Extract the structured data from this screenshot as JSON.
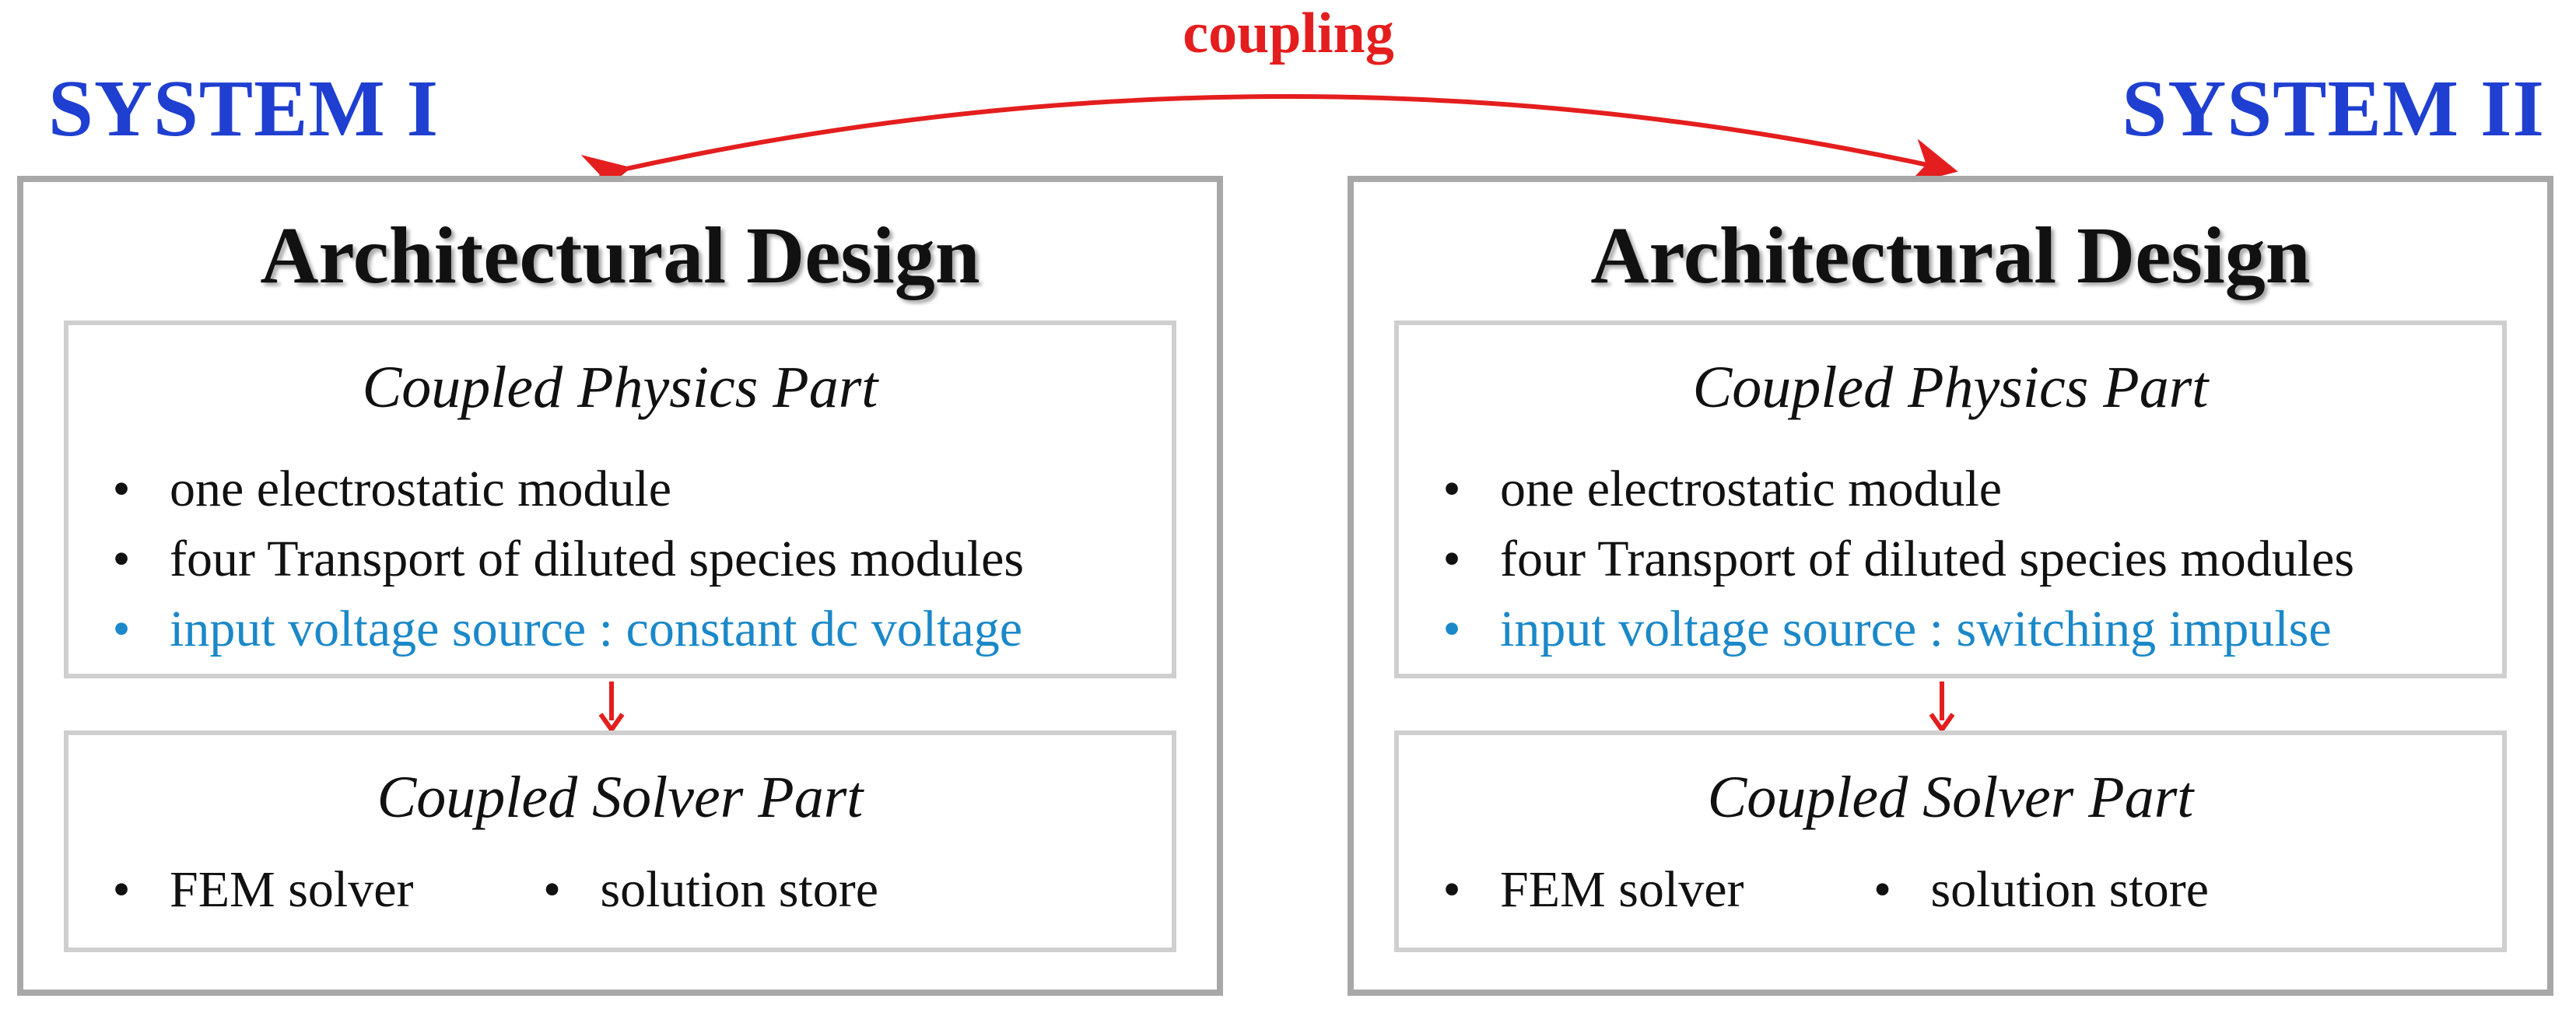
{
  "coupling_label": "coupling",
  "colors": {
    "accent_red": "#e41e1e",
    "system_title_blue": "#1f3fd0",
    "highlight_blue": "#1b88c9",
    "outer_border": "#a8a8a8",
    "inner_border": "#cfcfcf"
  },
  "systems": [
    {
      "title": "SYSTEM I",
      "heading": "Architectural Design",
      "physics": {
        "title": "Coupled Physics Part",
        "items": [
          "one electrostatic module",
          "four Transport of diluted species modules",
          "input voltage source : constant dc voltage"
        ]
      },
      "solver": {
        "title": "Coupled Solver Part",
        "items": [
          "FEM solver",
          "solution store"
        ]
      }
    },
    {
      "title": "SYSTEM II",
      "heading": "Architectural Design",
      "physics": {
        "title": "Coupled Physics Part",
        "items": [
          "one electrostatic module",
          "four Transport of diluted species modules",
          "input voltage source : switching impulse"
        ]
      },
      "solver": {
        "title": "Coupled Solver Part",
        "items": [
          "FEM solver",
          "solution store"
        ]
      }
    }
  ],
  "bullet_glyph": "•"
}
